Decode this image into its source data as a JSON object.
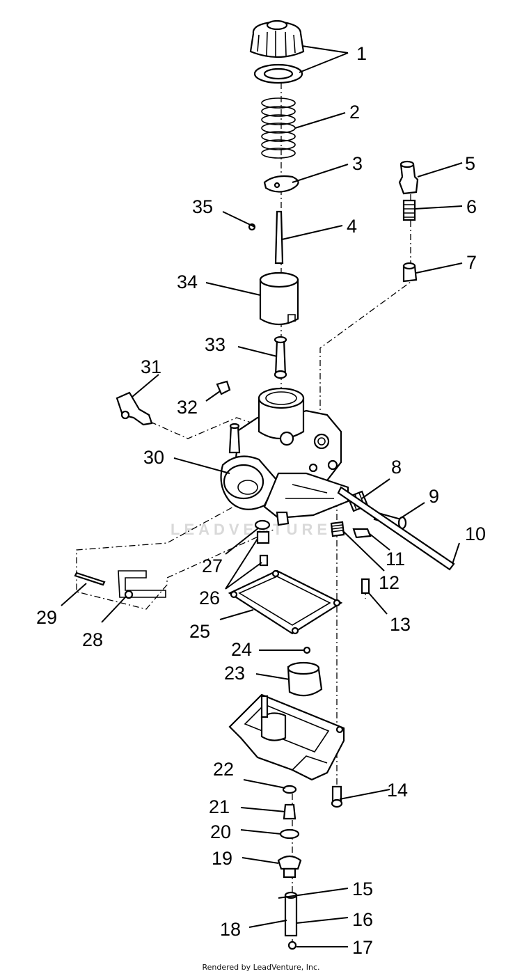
{
  "callouts": [
    "1",
    "2",
    "3",
    "4",
    "5",
    "6",
    "7",
    "8",
    "9",
    "10",
    "11",
    "12",
    "13",
    "14",
    "15",
    "16",
    "17",
    "18",
    "19",
    "20",
    "21",
    "22",
    "23",
    "24",
    "25",
    "26",
    "27",
    "28",
    "29",
    "30",
    "31",
    "32",
    "33",
    "34",
    "35"
  ],
  "watermark": "LEADVENTURE",
  "footer": "Rendered by LeadVenture, Inc."
}
